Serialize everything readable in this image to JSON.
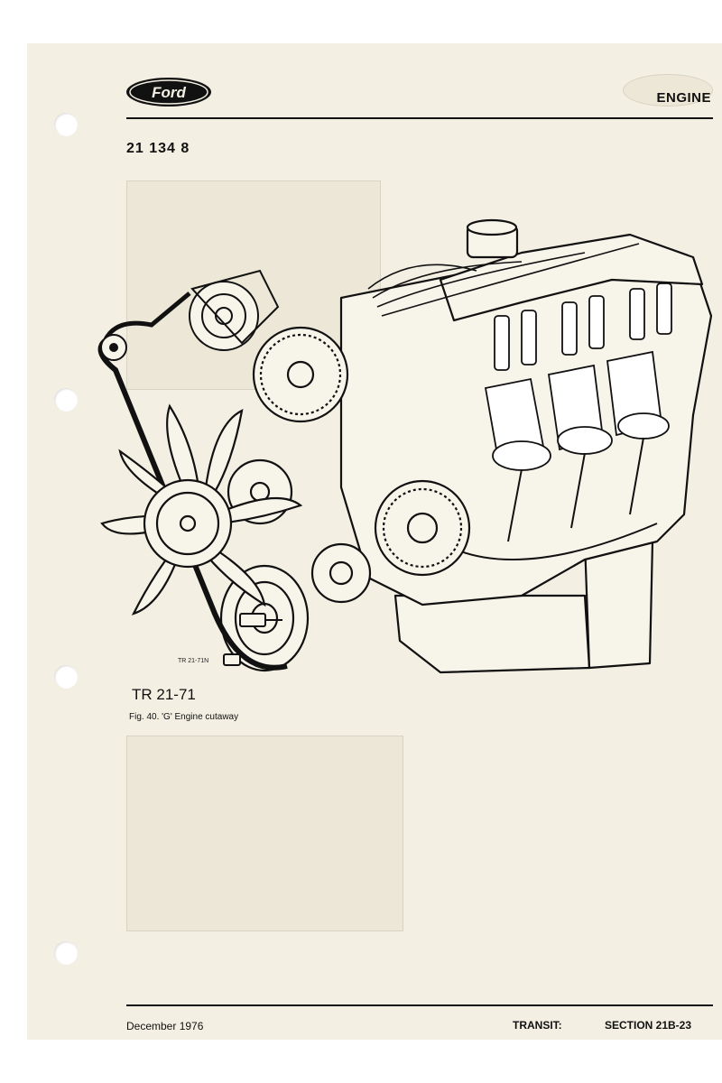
{
  "header": {
    "logo_text": "Ford",
    "section_title": "ENGINE"
  },
  "reference_number": "21 134 8",
  "figure": {
    "drawing_code": "TR 21-71N",
    "code_label": "TR 21-71",
    "caption": "Fig. 40. 'G' Engine cutaway"
  },
  "footer": {
    "date": "December 1976",
    "model": "TRANSIT:",
    "section": "SECTION 21B-23"
  },
  "colors": {
    "paper": "#f3efe2",
    "ink": "#111111",
    "bleed_through": "#b9b5a8"
  }
}
